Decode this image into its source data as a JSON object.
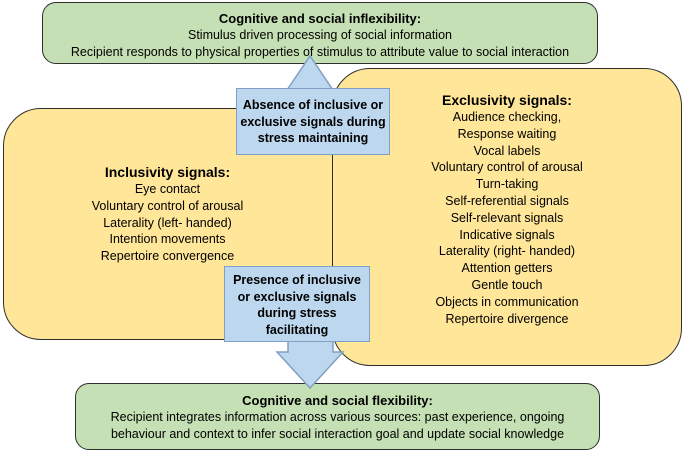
{
  "top_box": {
    "title": "Cognitive and social inflexibility:",
    "lines": [
      "Stimulus driven processing of social information",
      "Recipient responds to physical properties of stimulus to attribute value to social interaction"
    ]
  },
  "bottom_box": {
    "title": "Cognitive and social flexibility:",
    "lines": [
      "Recipient integrates information across various sources: past experience, ongoing",
      "behaviour and context to infer social interaction goal and update social knowledge"
    ]
  },
  "inclusivity": {
    "title": "Inclusivity signals:",
    "items": [
      "Eye contact",
      "Voluntary control of arousal",
      "Laterality (left- handed)",
      "Intention movements",
      "Repertoire convergence"
    ]
  },
  "exclusivity": {
    "title": "Exclusivity signals:",
    "items": [
      "Audience checking,",
      "Response waiting",
      "Vocal labels",
      "Voluntary control of arousal",
      "Turn-taking",
      "Self-referential signals",
      "Self-relevant signals",
      "Indicative signals",
      "Laterality (right- handed)",
      "Attention getters",
      "Gentle touch",
      "Objects in communication",
      "Repertoire divergence"
    ]
  },
  "absence_label": {
    "lines": [
      "Absence of inclusive or",
      "exclusive signals during",
      "stress maintaining"
    ]
  },
  "presence_label": {
    "lines": [
      "Presence of inclusive",
      "or exclusive signals",
      "during stress",
      "facilitating"
    ]
  },
  "colors": {
    "green_fill": "#c5e0b4",
    "yellow_fill": "#ffe699",
    "blue_fill": "#bdd7ee",
    "outline": "#2f2f2f"
  }
}
